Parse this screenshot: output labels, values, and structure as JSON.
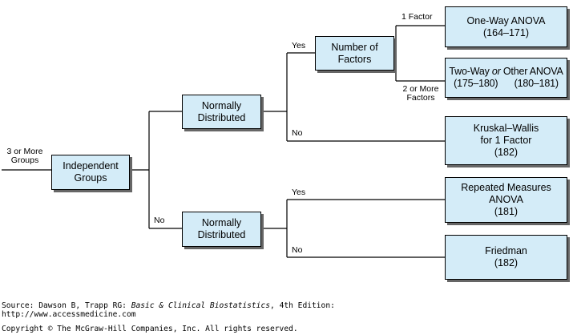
{
  "diagram": {
    "entry_label": "3 or More Groups",
    "boxes": {
      "independent_groups": "Independent Groups",
      "normally_distributed_top": "Normally Distributed",
      "normally_distributed_bottom": "Normally Distributed",
      "number_of_factors": "Number of Factors",
      "one_way_anova": {
        "title": "One-Way ANOVA",
        "pages": "(164–171)"
      },
      "two_way_anova": {
        "title_pre": "Two-Way ",
        "title_em": "or",
        "title_post": " Other ANOVA",
        "pages_left": "(175–180)",
        "pages_right": "(180–181)"
      },
      "kruskal_wallis": {
        "line1": "Kruskal–Wallis",
        "line2": "for 1 Factor",
        "pages": "(182)"
      },
      "repeated_measures": {
        "line1": "Repeated Measures",
        "line2": "ANOVA",
        "pages": "(181)"
      },
      "friedman": {
        "title": "Friedman",
        "pages": "(182)"
      }
    },
    "branch_labels": {
      "yes_factors": "Yes",
      "no_kruskal": "No",
      "no_lower": "No",
      "yes_repeated": "Yes",
      "no_friedman": "No",
      "one_factor": "1 Factor",
      "two_or_more": "2 or More Factors"
    }
  },
  "footer": {
    "source_pre": "Source: Dawson B, Trapp RG: ",
    "source_title": "Basic & Clinical Biostatistics",
    "source_post": ", 4th Edition:",
    "url": "http://www.accessmedicine.com",
    "copyright": "Copyright © The McGraw-Hill Companies, Inc. All rights reserved."
  }
}
